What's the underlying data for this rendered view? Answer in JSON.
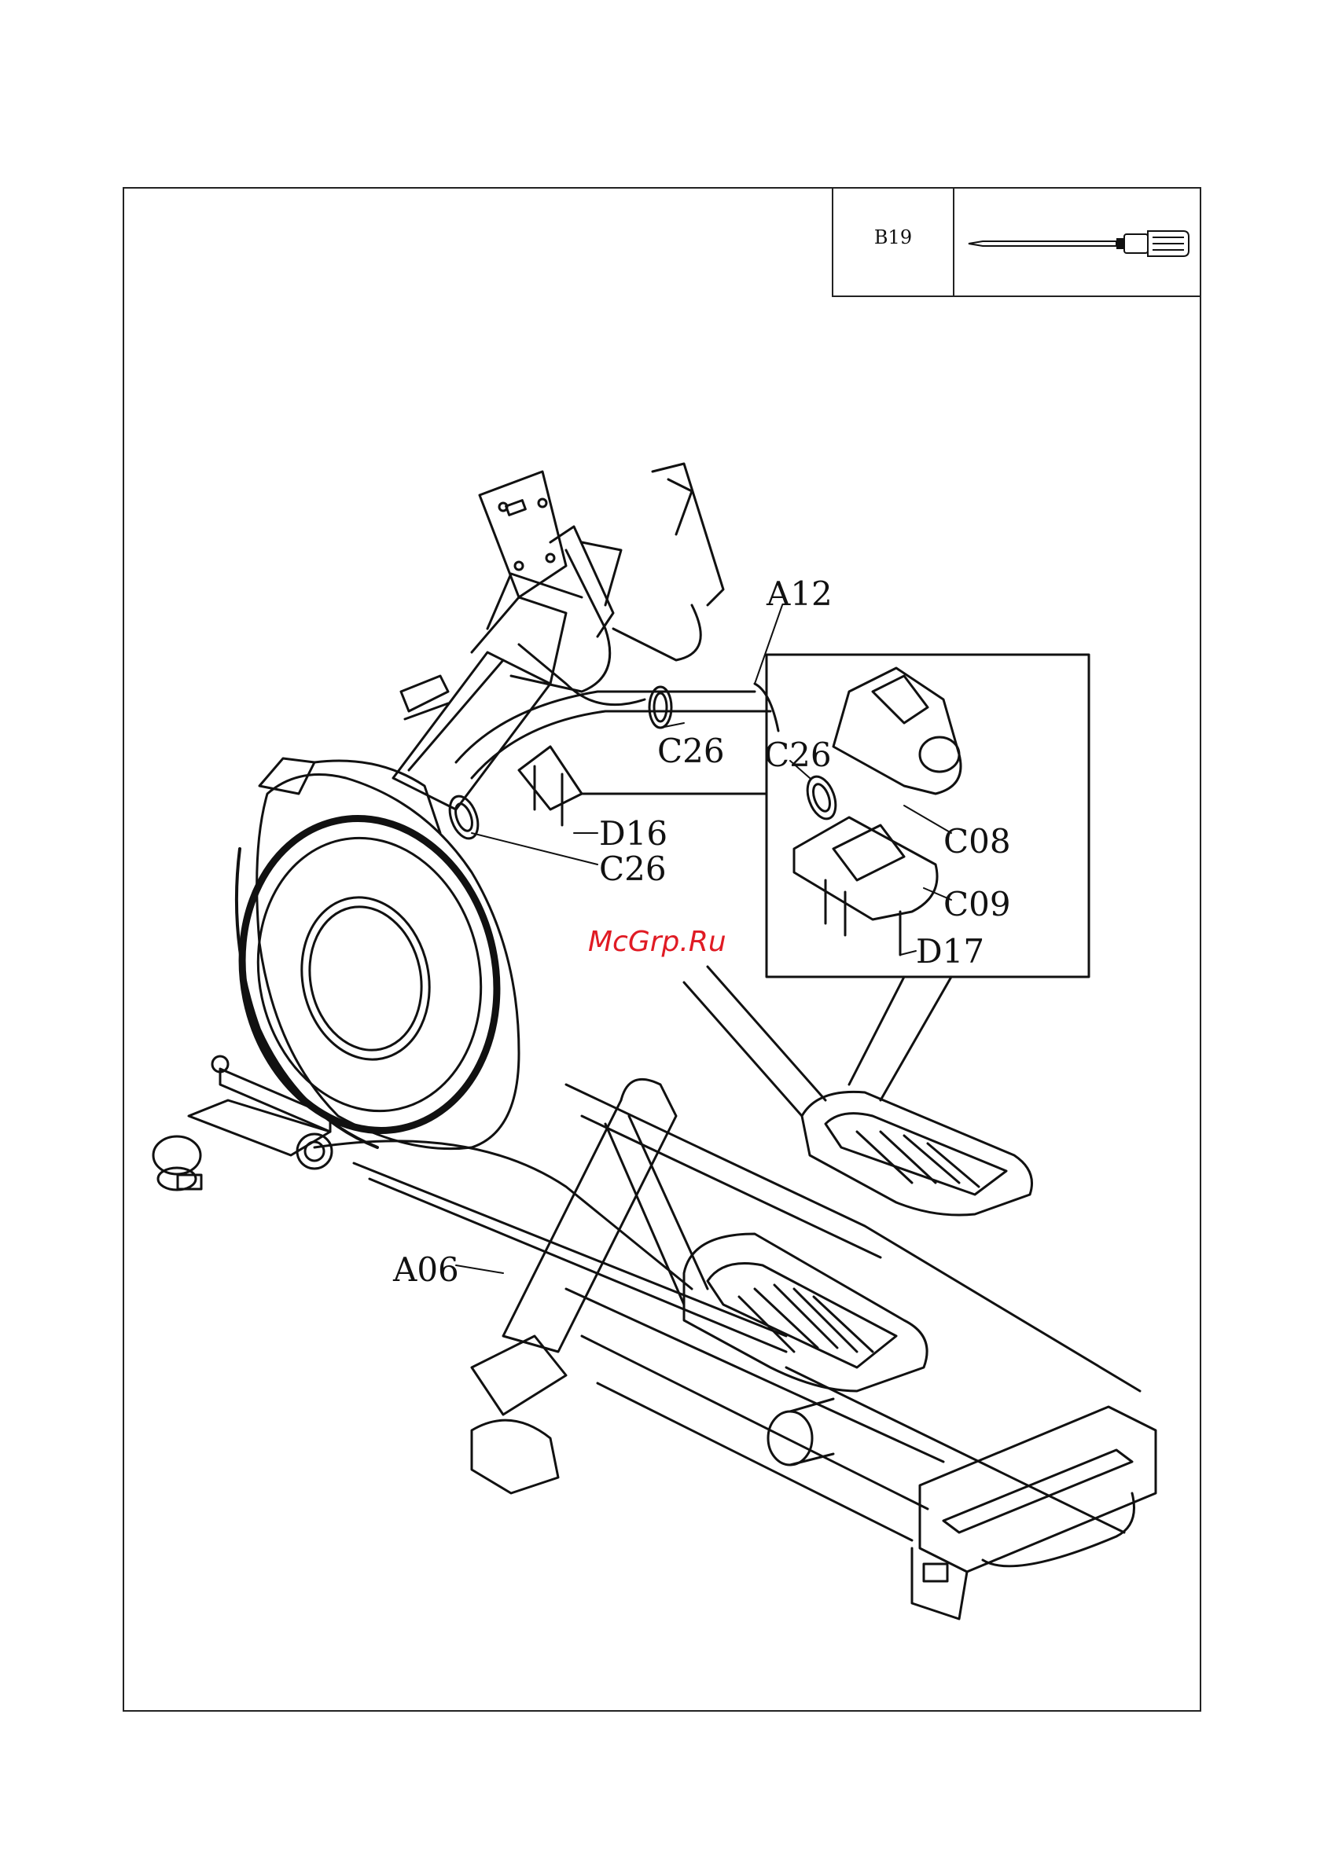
{
  "tool": {
    "code": "B19",
    "icon": "screwdriver-icon"
  },
  "labels": {
    "a12": "A12",
    "c26_top": "C26",
    "c26_detail": "C26",
    "c26_lower": "C26",
    "d16": "D16",
    "c08": "C08",
    "c09": "C09",
    "d17": "D17",
    "a06": "A06"
  },
  "watermark": "McGrp.Ru",
  "colors": {
    "line": "#111111",
    "watermark": "#e01b24",
    "background": "#ffffff"
  }
}
